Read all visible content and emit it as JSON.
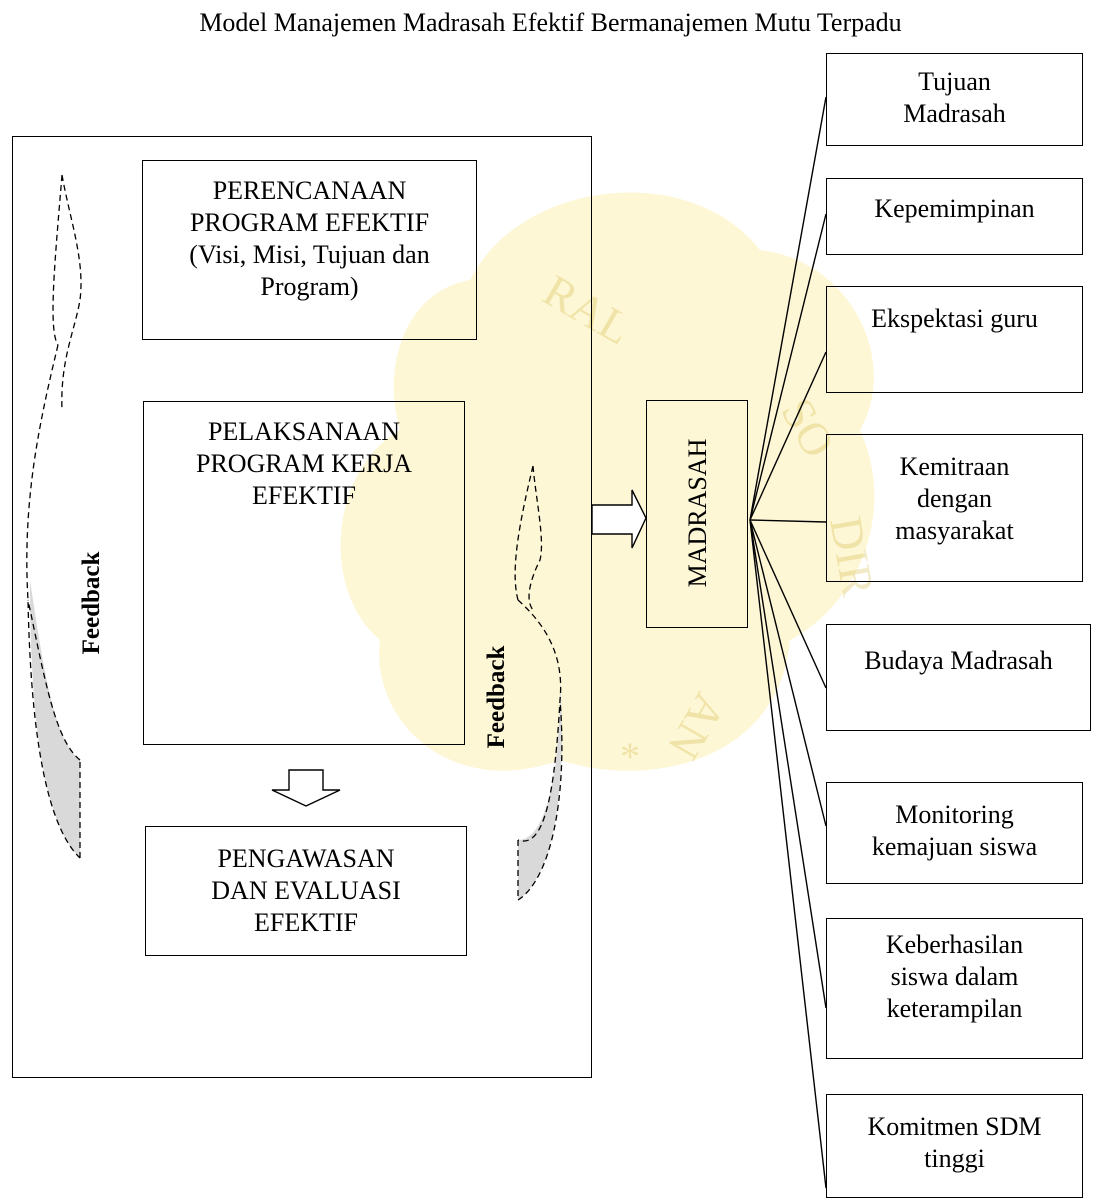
{
  "title": "Model Manajemen Madrasah Efektif Bermanajemen Mutu Terpadu",
  "left_panel": {
    "planning": [
      "PERENCANAAN",
      "PROGRAM EFEKTIF",
      "(Visi, Misi, Tujuan dan",
      "Program)"
    ],
    "execution": [
      "PELAKSANAAN",
      "PROGRAM KERJA",
      "EFEKTIF"
    ],
    "evaluation": [
      "PENGAWASAN",
      "DAN EVALUASI",
      "EFEKTIF"
    ],
    "feedback_left": "Feedback",
    "feedback_right": "Feedback"
  },
  "center": {
    "label": "MADRASAH"
  },
  "right_items": [
    [
      "Tujuan",
      "Madrasah"
    ],
    [
      "Kepemimpinan"
    ],
    [
      "Ekspektasi guru"
    ],
    [
      "Kemitraan",
      "dengan",
      "masyarakat"
    ],
    [
      "Budaya Madrasah"
    ],
    [
      "Monitoring",
      "kemajuan siswa"
    ],
    [
      "Keberhasilan",
      "siswa dalam",
      "keterampilan"
    ],
    [
      "Komitmen SDM",
      "tinggi"
    ]
  ],
  "colors": {
    "line": "#000000",
    "fill": "#d9d9d9",
    "watermark": "#f5d000"
  }
}
